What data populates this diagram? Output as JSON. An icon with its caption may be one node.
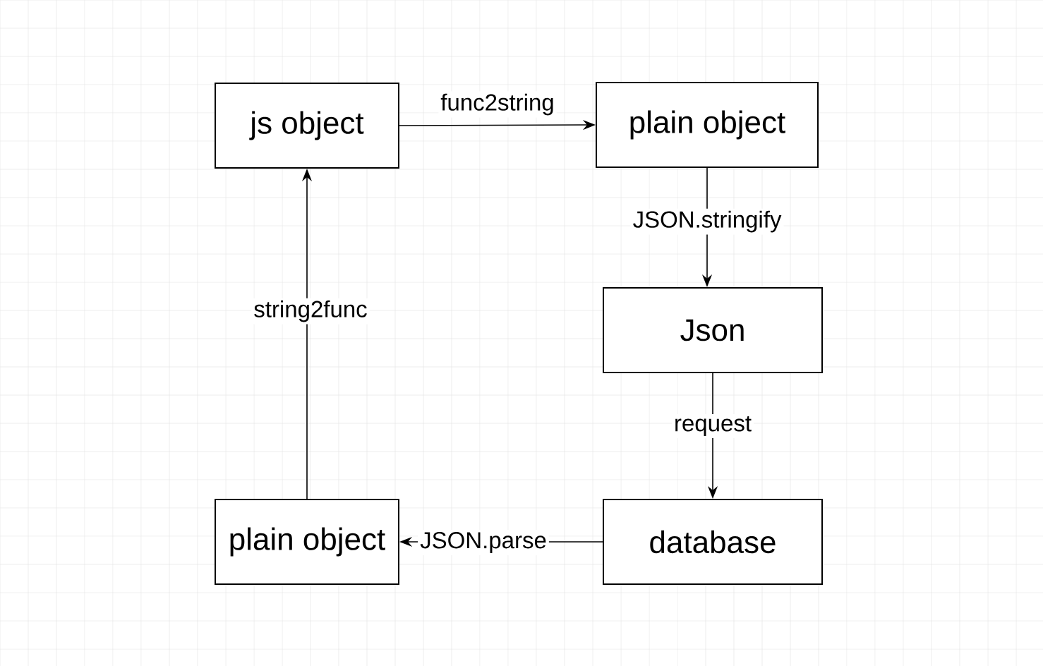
{
  "diagram": {
    "nodes": [
      {
        "text": [
          "js object"
        ]
      },
      {
        "text": [
          "plain object"
        ]
      },
      {
        "text": [
          "Json"
        ]
      },
      {
        "text": [
          "plain object"
        ]
      },
      {
        "text": [
          "database"
        ]
      }
    ],
    "edges": [
      {
        "from": 0,
        "to": 1,
        "arrow": "to",
        "label": "func2string"
      },
      {
        "from": 1,
        "to": 2,
        "arrow": "to",
        "label": "JSON.stringify"
      },
      {
        "from": 2,
        "to": 4,
        "arrow": "to",
        "label": "request"
      },
      {
        "from": 4,
        "to": 3,
        "arrow": "to",
        "label": "JSON.parse"
      },
      {
        "from": 3,
        "to": 0,
        "arrow": "to",
        "label": "string2func"
      }
    ]
  }
}
